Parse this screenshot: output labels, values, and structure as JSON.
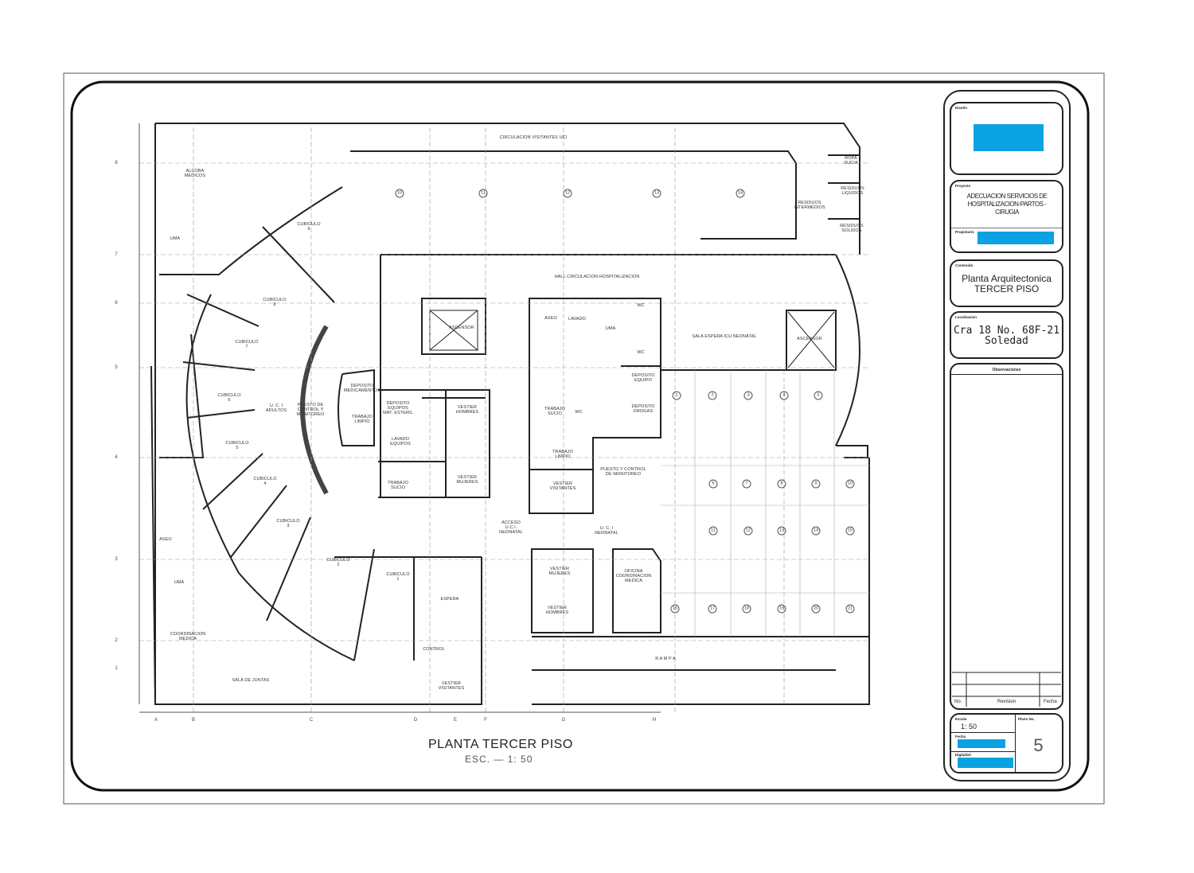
{
  "drawing": {
    "title": "PLANTA TERCER PISO",
    "scale": "ESC. — 1: 50"
  },
  "title_block": {
    "design_label": "Diseño",
    "project_label": "Proyecto",
    "project": "ADECUACION SERVICIOS DE HOSPITALIZACION-PARTOS - CIRUGIA",
    "owner_label": "Propietario",
    "content_label": "Contenido",
    "content_line1": "Planta Arquitectonica",
    "content_line2": "TERCER PISO",
    "location_label": "Localizacion",
    "location_line1": "Cra 18 No. 68F-21",
    "location_line2": "Soledad",
    "observations_label": "Observaciones",
    "revision_headers": [
      "No.",
      "Revision",
      "Fecha"
    ],
    "scale_label": "Escala",
    "scale_value": "1: 50",
    "sheet_label": "Plano No.",
    "sheet_value": "5",
    "date_label": "Fecha",
    "digitized_label": "Digitalizó",
    "redaction_color": "#0aa2e2"
  },
  "rooms": [
    "ALCOBA\nMEDICOS",
    "UMA",
    "CUBICULO\n9",
    "CUBICULO\n8",
    "CUBICULO\n7",
    "CUBICULO\n6",
    "CUBICULO\n5",
    "CUBICULO\n4",
    "CUBICULO\n3",
    "CUBICULO\n2",
    "CUBICULO\n1",
    "U. C. I\nADULTOS",
    "PUESTO DE\nCONTROL Y\nMONITOREO",
    "DEPOSITO\nMEDICAMENTOS",
    "TRABAJO\nLIMPIO",
    "ASCENSOR",
    "DEPOSITO\nEQUIPOS\nMAT. ESTERIL",
    "LAVADO\nEQUIPOS",
    "TRABAJO\nSUCIO",
    "VESTIER\nHOMBRES",
    "VESTIER\nMUJERES",
    "CIRCULACION VISITANTES UCI",
    "HALL CIRCULACION HOSPITALIZACION",
    "ASEO",
    "LAVADO",
    "UMA",
    "WC",
    "WC",
    "DEPOSITO\nEQUIPO",
    "DEPOSITO\nDROGAS",
    "TRABAJO\nSUCIO",
    "WC",
    "TRABAJO\nLIMPIO",
    "PUESTO Y CONTROL\nDE MONITOREO",
    "VESTIER\nVISITANTES",
    "SALA ESPERA ICU NEONATAL",
    "ASCENSOR",
    "RESIDUOS\nINTERMEDIOS",
    "ROPA\nSUCIA",
    "RESIDUOS\nLIQUIDOS",
    "RESIDUOS\nSOLIDOS",
    "ACCESO\nU.C.I.\nNEONATAL",
    "U. C. I\nNEONATAL",
    "VESTIER\nMUJERES",
    "VESTIER\nHOMBRES",
    "OFICINA\nCOORDINACION\nMEDICA",
    "R A M P A",
    "ASEO",
    "UMA",
    "COORDINACION\nMEDICA",
    "SALA DE JUNTAS",
    "ESPERA",
    "CONTROL",
    "VESTIER\nVISITANTES"
  ],
  "bed_numbers": [
    "10",
    "11",
    "12",
    "13",
    "14",
    "1",
    "2",
    "3",
    "4",
    "5",
    "6",
    "7",
    "8",
    "9",
    "10",
    "11",
    "12",
    "13",
    "14",
    "15",
    "16",
    "17",
    "18",
    "19",
    "20",
    "21"
  ],
  "grid_columns": [
    "A",
    "B",
    "C",
    "D",
    "E",
    "F",
    "G",
    "H"
  ],
  "grid_rows": [
    "8",
    "7",
    "6",
    "5",
    "4",
    "3",
    "2",
    "1"
  ]
}
